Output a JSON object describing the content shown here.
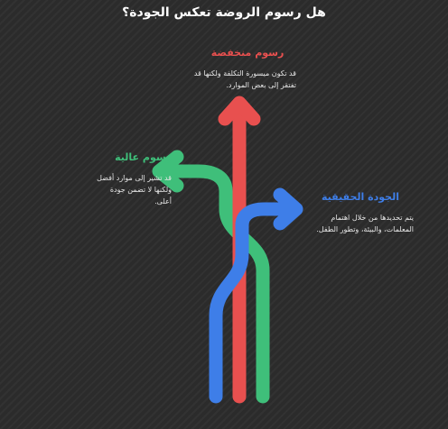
{
  "title": "هل رسوم الروضة تعكس الجودة؟",
  "branches": {
    "low_fees": {
      "heading": "رسوم منخفضة",
      "description": "قد تكون ميسورة التكلفة ولكنها قد تفتقر إلى بعض الموارد.",
      "color": "#e8504f"
    },
    "high_fees": {
      "heading": "رسوم عالية",
      "description": "قد تشير إلى موارد أفضل ولكنها لا تضمن جودة أعلى.",
      "color": "#3fbf7a"
    },
    "true_quality": {
      "heading": "الجودة الحقيقية",
      "description": "يتم تحديدها من خلال اهتمام المعلمات، والبيئة، وتطور الطفل.",
      "color": "#3e7ee8"
    }
  }
}
